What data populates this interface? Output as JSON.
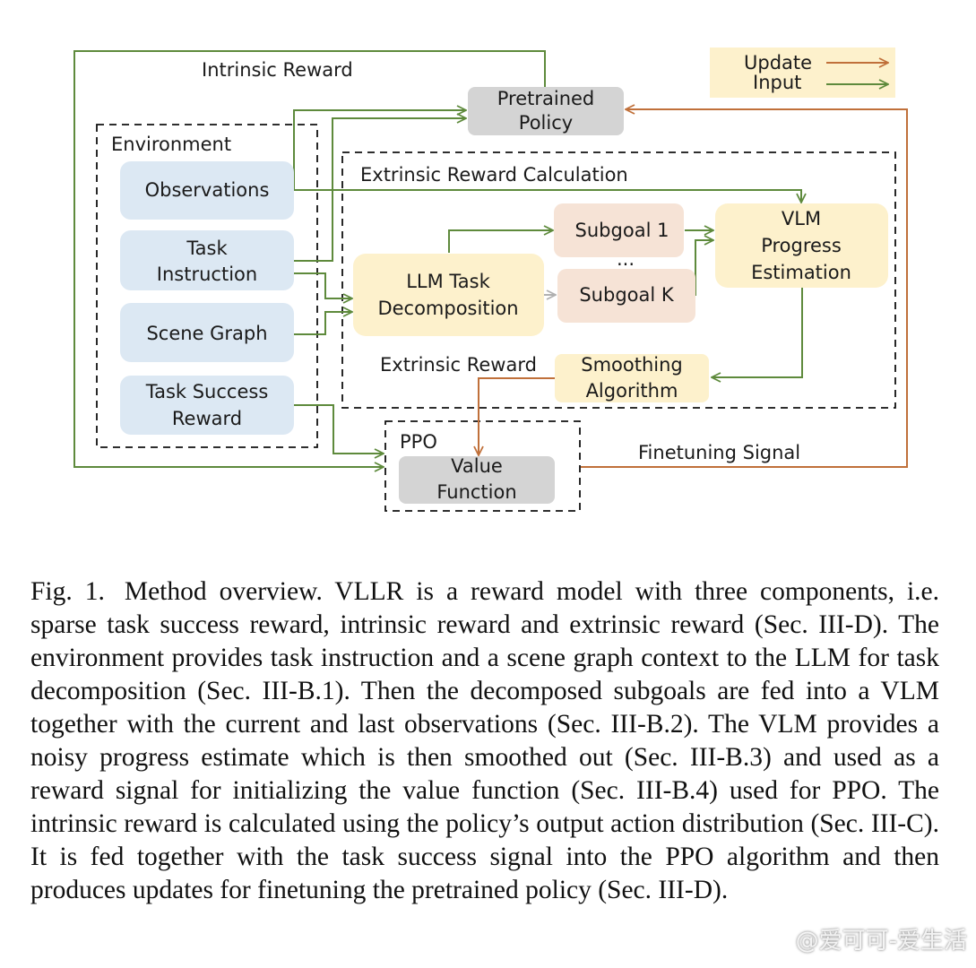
{
  "colors": {
    "input_arrow": "#5e8a3c",
    "update_arrow": "#c0703a",
    "env_box": "#dce8f3",
    "llm_box": "#fdf1cc",
    "subgoal_box": "#f6e3d6",
    "gray_box": "#d4d4d4",
    "legend_bg": "#fdf1cc",
    "gray_arrow": "#b0b0b0"
  },
  "diagram": {
    "labels": {
      "intrinsic_reward": "Intrinsic Reward",
      "environment": "Environment",
      "extrinsic_reward_calculation": "Extrinsic Reward Calculation",
      "extrinsic_reward": "Extrinsic Reward",
      "ppo": "PPO",
      "finetuning_signal": "Finetuning Signal",
      "ellipsis": "..."
    },
    "legend": {
      "update": "Update",
      "input": "Input"
    },
    "nodes": {
      "pretrained_policy": [
        "Pretrained",
        "Policy"
      ],
      "observations": [
        "Observations"
      ],
      "task_instruction": [
        "Task",
        "Instruction"
      ],
      "scene_graph": [
        "Scene Graph"
      ],
      "task_success_reward": [
        "Task Success",
        "Reward"
      ],
      "llm_task_decomposition": [
        "LLM Task",
        "Decomposition"
      ],
      "subgoal_1": [
        "Subgoal 1"
      ],
      "subgoal_k": [
        "Subgoal K"
      ],
      "vlm_progress_estimation": [
        "VLM",
        "Progress",
        "Estimation"
      ],
      "smoothing_algorithm": [
        "Smoothing",
        "Algorithm"
      ],
      "value_function": [
        "Value",
        "Function"
      ]
    }
  },
  "caption": {
    "label": "Fig. 1.",
    "text": "Method overview. VLLR is a reward model with three components, i.e. sparse task success reward, intrinsic reward and extrinsic reward (Sec. III-D). The environment provides task instruction and a scene graph context to the LLM for task decomposition (Sec. III-B.1). Then the decomposed subgoals are fed into a VLM together with the current and last observations (Sec. III-B.2). The VLM provides a noisy progress estimate which is then smoothed out (Sec. III-B.3) and used as a reward signal for initializing the value function (Sec. III-B.4) used for PPO. The intrinsic reward is calculated using the policy’s output action distribution (Sec. III-C). It is fed together with the task success signal into the PPO algorithm and then produces updates for finetuning the pretrained policy (Sec. III-D)."
  },
  "watermark": "@爱可可-爱生活"
}
